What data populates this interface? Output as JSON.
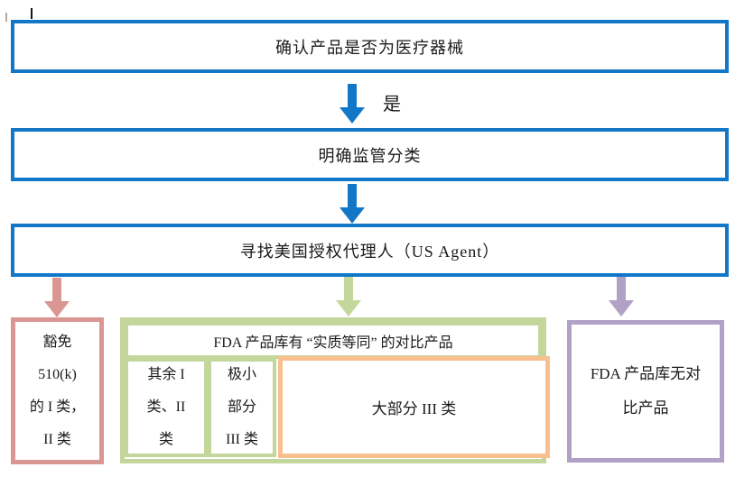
{
  "colors": {
    "blue": "#1377c8",
    "pink": "#d99693",
    "green": "#c3d69b",
    "orange": "#fabf8f",
    "purple": "#b2a1c7"
  },
  "flow": {
    "step1": "确认产品是否为医疗器械",
    "yes_label": "是",
    "step2": "明确监管分类",
    "step3": "寻找美国授权代理人（US Agent）"
  },
  "outcomes": {
    "exempt": {
      "lines": [
        "豁免",
        "510(k)",
        "的 I 类，",
        "II 类"
      ]
    },
    "substantial_equivalent": {
      "header": "FDA 产品库有 “实质等同” 的对比产品",
      "cell_rest": {
        "lines": [
          "其余 I",
          "类、II",
          "类"
        ]
      },
      "cell_tiny": {
        "lines": [
          "极小",
          "部分",
          "III 类"
        ]
      },
      "cell_most": "大部分 III 类"
    },
    "no_match": {
      "lines": [
        "FDA 产品库无对",
        "比产品"
      ]
    }
  }
}
